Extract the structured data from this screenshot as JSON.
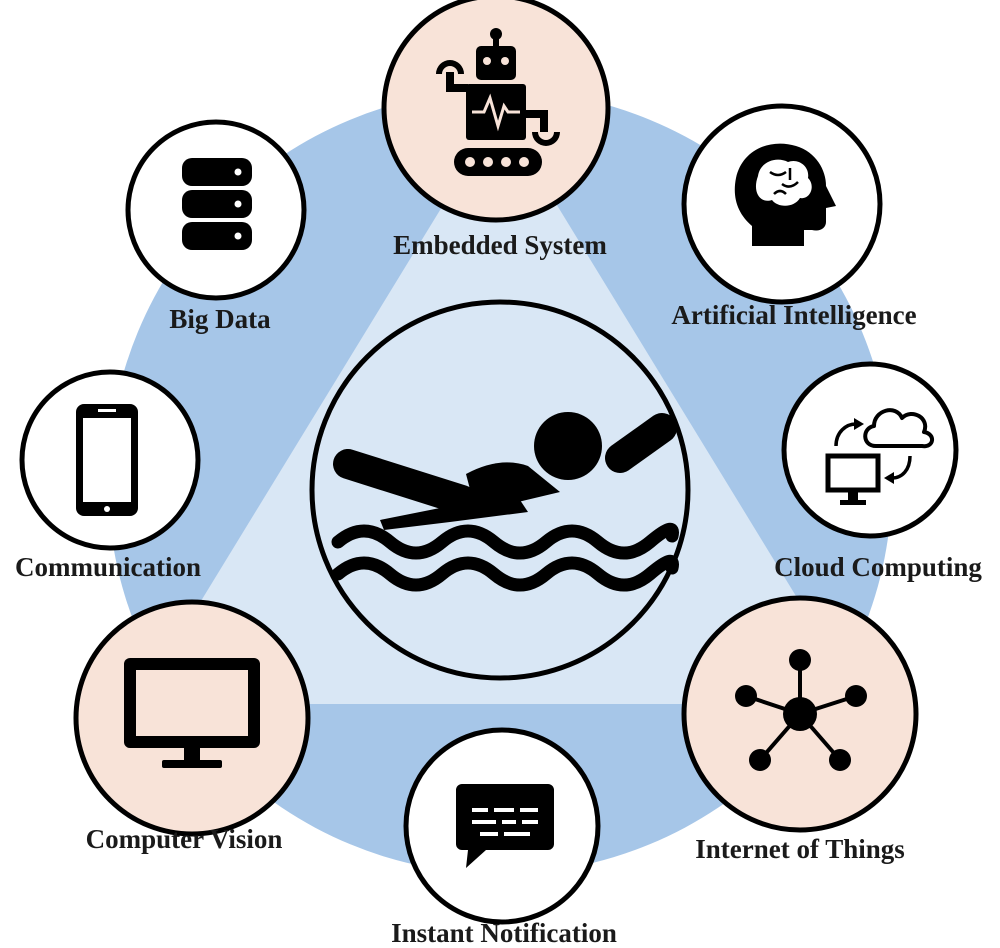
{
  "center": {
    "icon": "swimmer-icon"
  },
  "nodes": [
    {
      "label": "Embedded System",
      "icon": "robot-icon",
      "highlight": true
    },
    {
      "label": "Artificial Intelligence",
      "icon": "brain-head-icon",
      "highlight": false
    },
    {
      "label": "Cloud Computing",
      "icon": "cloud-computer-icon",
      "highlight": false
    },
    {
      "label": "Internet of Things",
      "icon": "network-hub-icon",
      "highlight": true
    },
    {
      "label": "Instant Notification",
      "icon": "message-bubble-icon",
      "highlight": false
    },
    {
      "label": "Computer Vision",
      "icon": "monitor-icon",
      "highlight": true
    },
    {
      "label": "Communication",
      "icon": "smartphone-icon",
      "highlight": false
    },
    {
      "label": "Big Data",
      "icon": "database-icon",
      "highlight": false
    }
  ],
  "colors": {
    "ring": "#a6c6e8",
    "triangle": "#d9e7f5",
    "highlight_fill": "#f8e3d8",
    "plain_fill": "#ffffff",
    "stroke": "#000000"
  }
}
